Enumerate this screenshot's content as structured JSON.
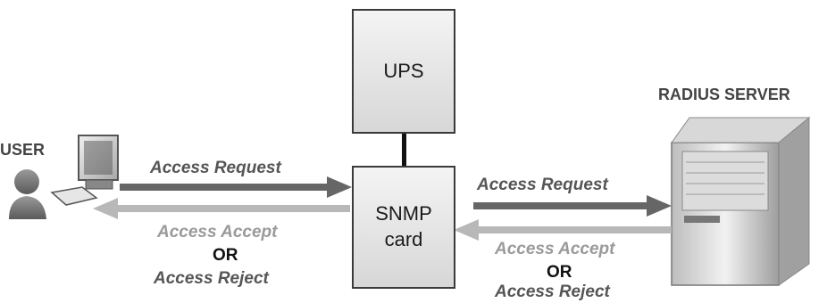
{
  "nodes": {
    "ups": "UPS",
    "snmp_line1": "SNMP",
    "snmp_line2": "card",
    "user": "USER",
    "radius": "RADIUS SERVER"
  },
  "left_flows": {
    "request": "Access Request",
    "accept": "Access Accept",
    "or": "OR",
    "reject": "Access Reject"
  },
  "right_flows": {
    "request": "Access Request",
    "accept": "Access Accept",
    "or": "OR",
    "reject": "Access Reject"
  },
  "colors": {
    "dark_arrow": "#666666",
    "light_arrow": "#b8b8b8"
  }
}
